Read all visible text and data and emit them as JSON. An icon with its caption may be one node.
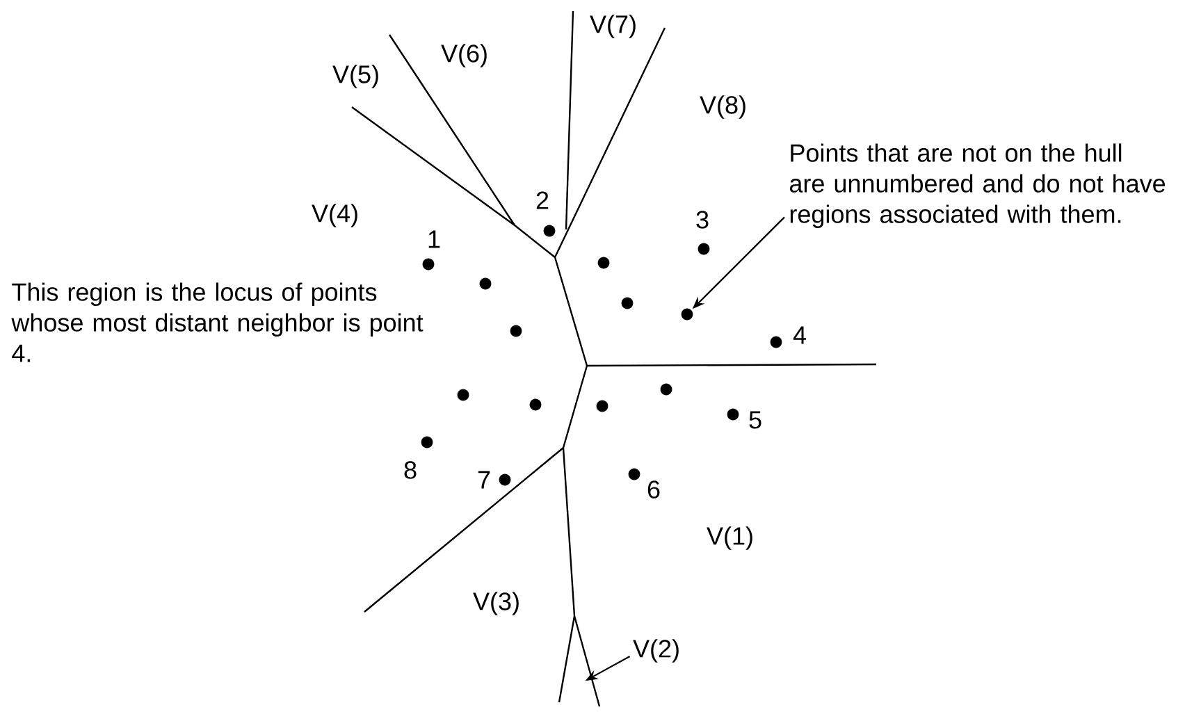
{
  "diagram": {
    "nodes": [
      {
        "text": [
          "Points that are not on the hull are unnumbered and do not have regions associated with them."
        ]
      },
      {
        "text": [],
        "shape": "circle"
      },
      {
        "text": [
          "V(2)"
        ]
      }
    ],
    "edges": [
      {
        "from": 0,
        "to": 1,
        "arrow": "to"
      },
      {
        "from": 2,
        "to": null,
        "arrow": "to"
      }
    ],
    "labels": [
      "V(7)",
      "V(6)",
      "V(5)",
      "V(8)",
      "2",
      "V(4)",
      "3",
      "1",
      "This region is the locus of points whose most distant neighbor is point 4.",
      "4",
      "5",
      "8",
      "7",
      "6",
      "V(1)",
      "V(3)"
    ]
  }
}
